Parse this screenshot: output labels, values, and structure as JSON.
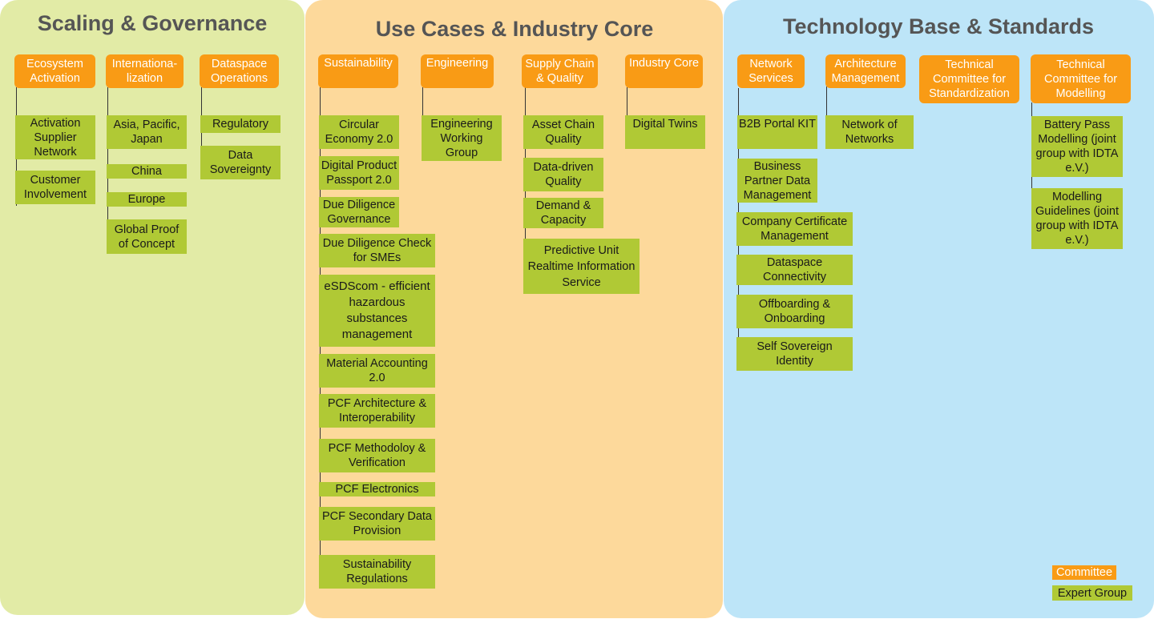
{
  "panels": {
    "scaling": {
      "title": "Scaling & Governance"
    },
    "usecases": {
      "title": "Use Cases & Industry Core"
    },
    "tech": {
      "title": "Technology Base & Standards"
    }
  },
  "committees": {
    "ecosystem": "Ecosystem Activation",
    "internationalization": "Internationa-lization",
    "dataspace_ops": "Dataspace Operations",
    "sustainability": "Sustainability",
    "engineering": "Engineering",
    "supply_chain": "Supply Chain & Quality",
    "industry_core": "Industry Core",
    "network_services": "Network Services",
    "architecture": "Architecture Management",
    "tc_standardization": "Technical Committee for Standardization",
    "tc_modelling": "Technical Committee for Modelling"
  },
  "groups": {
    "activation_supplier": "Activation Supplier Network",
    "customer_involvement": "Customer Involvement",
    "apj": "Asia, Pacific, Japan",
    "china": "China",
    "europe": "Europe",
    "global_poc": "Global Proof of Concept",
    "regulatory": "Regulatory",
    "data_sovereignty": "Data Sovereignty",
    "circular_economy": "Circular Economy 2.0",
    "dpp": "Digital Product Passport 2.0",
    "dd_governance": "Due Diligence Governance",
    "dd_check": "Due Diligence Check for SMEs",
    "esdscom": "eSDScom - efficient hazardous substances management",
    "material_accounting": "Material Accounting 2.0",
    "pcf_arch": "PCF Architecture & Interoperability",
    "pcf_method": "PCF Methodoloy & Verification",
    "pcf_electronics": "PCF Electronics",
    "pcf_secondary": "PCF Secondary Data Provision",
    "sust_regulations": "Sustainability Regulations",
    "eng_working_group": "Engineering Working Group",
    "asset_chain": "Asset Chain Quality",
    "data_driven": "Data-driven Quality",
    "demand_capacity": "Demand & Capacity",
    "predictive_unit": "Predictive Unit Realtime Information Service",
    "digital_twins": "Digital Twins",
    "b2b_portal": "B2B Portal KIT",
    "bpdm": "Business Partner Data Management",
    "company_cert": "Company Certificate Management",
    "dataspace_conn": "Dataspace Connectivity",
    "offboarding": "Offboarding & Onboarding",
    "ssi": "Self Sovereign Identity",
    "network_of_networks": "Network of Networks",
    "battery_pass": "Battery Pass Modelling (joint group with IDTA e.V.)",
    "modelling_guidelines": "Modelling Guidelines (joint group with IDTA e.V.)"
  },
  "legend": {
    "committee": "Committee",
    "expert_group": "Expert Group"
  },
  "colors": {
    "committee": "#f99b15",
    "expert_group": "#b0c935",
    "scaling_bg": "#e2eba6",
    "usecases_bg": "#fdd99b",
    "tech_bg": "#bde5f8"
  }
}
